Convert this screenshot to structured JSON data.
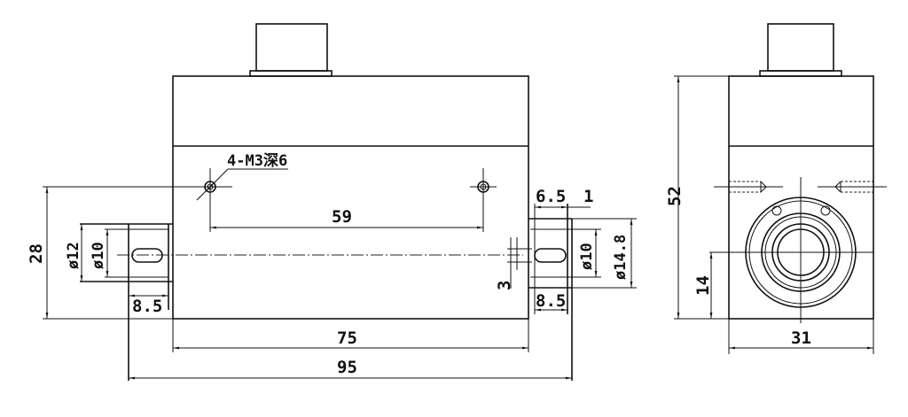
{
  "front_view": {
    "thread_note": "4-M3深6",
    "dims": {
      "hole_spacing": "59",
      "height_28": "28",
      "left_shaft_outer": "ø12",
      "left_shaft_inner": "ø10",
      "left_shaft_length": "8.5",
      "right_slot_length": "6.5",
      "right_offset": "1",
      "right_shaft_inner": "ø10",
      "right_shaft_outer": "ø14.8",
      "slot_width": "3",
      "right_shaft_length": "8.5",
      "body_length": "75",
      "overall_length": "95"
    }
  },
  "side_view": {
    "dims": {
      "height": "52",
      "axis_height": "14",
      "width": "31"
    }
  }
}
